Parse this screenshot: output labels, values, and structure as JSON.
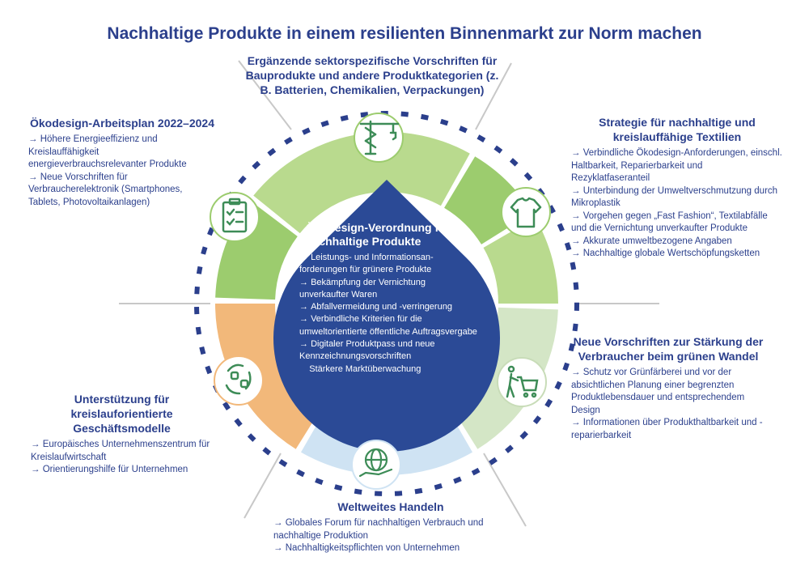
{
  "title": "Nachhaltige Produkte in einem resilienten Binnenmarkt zur Norm machen",
  "colors": {
    "navy": "#2b3f8c",
    "green_dark": "#9ccc6e",
    "green_light": "#b9da8e",
    "sage": "#d4e6c6",
    "blue_light": "#cfe3f3",
    "orange": "#f2b87a",
    "icon_green": "#3d8c57"
  },
  "center": {
    "title": "Ökodesign-Verordnung für nachhaltige Produkte",
    "items": [
      "Leistungs- und Informationsan-forderungen für grünere Produkte",
      "Bekämpfung der Vernichtung unverkaufter Waren",
      "Abfallvermeidung und -verringerung",
      "Verbindliche Kriterien für die umweltorientierte öffentliche Auftragsvergabe",
      "Digitaler Produktpass und neue Kennzeichnungsvorschriften",
      "Stärkere Marktüberwachung"
    ]
  },
  "top": {
    "title": "Ergänzende sektorspezifische Vorschriften für Bauprodukte und andere Produktkategorien (z. B. Batterien, Chemikalien, Verpackungen)",
    "icon": "crane-icon"
  },
  "left_top": {
    "title": "Ökodesign-Arbeitsplan 2022–2024",
    "items": [
      "Höhere Energieeffizienz und Kreislauffähigkeit energieverbrauchsrelevanter Produkte",
      "Neue Vorschriften für Verbraucherelektronik (Smartphones, Tablets, Photovoltaikanlagen)"
    ],
    "icon": "clipboard-checklist-icon"
  },
  "right_top": {
    "title": "Strategie für nachhaltige und kreislauffähige Textilien",
    "items": [
      "Verbindliche Ökodesign-Anforderungen, einschl. Haltbarkeit, Reparierbarkeit und Rezyklatfaseranteil",
      "Unterbindung der Umweltverschmutzung durch Mikroplastik",
      "Vorgehen gegen „Fast Fashion“, Textilabfälle und die Vernichtung unverkaufter Produkte",
      "Akkurate umweltbezogene Angaben",
      "Nachhaltige globale Wertschöpfungsketten"
    ],
    "icon": "t-shirt-icon"
  },
  "right_bottom": {
    "title": "Neue Vorschriften zur Stärkung der Verbraucher beim grünen Wandel",
    "items": [
      "Schutz vor Grünfärberei und vor der absichtlichen Planung einer begrenzten Produktlebensdauer und entsprechendem Design",
      "Informationen über Produkthaltbarkeit und -reparierbarkeit"
    ],
    "icon": "shopping-cart-icon"
  },
  "left_bottom": {
    "title": "Unterstützung für kreislauforientierte Geschäftsmodelle",
    "items": [
      "Europäisches Unternehmenszentrum für Kreislaufwirtschaft",
      "Orientierungshilfe für Unternehmen"
    ],
    "icon": "circular-hands-icon"
  },
  "bottom": {
    "title": "Weltweites Handeln",
    "items": [
      "Globales Forum für nachhaltigen Verbrauch und nachhaltige Produktion",
      "Nachhaltigkeitspflichten von Unternehmen"
    ],
    "icon": "globe-hand-icon"
  }
}
